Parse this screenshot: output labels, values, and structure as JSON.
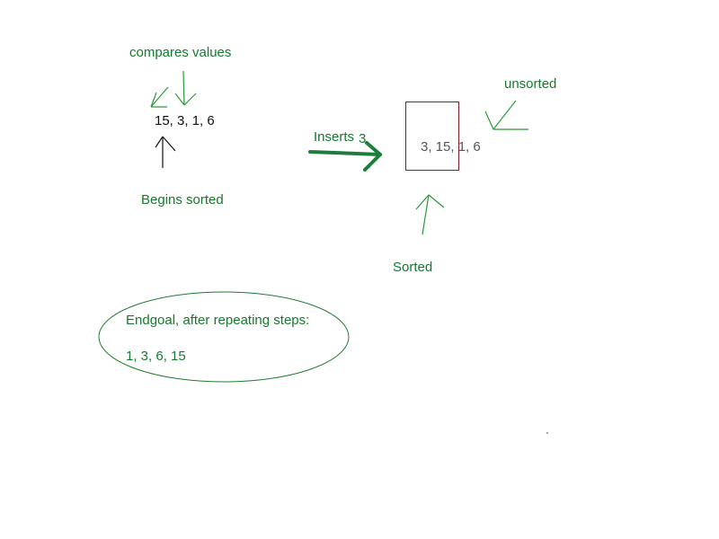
{
  "left_panel": {
    "compares_label": "compares values",
    "array": "15, 3, 1, 6",
    "begins_label": "Begins sorted"
  },
  "middle": {
    "inserts_label": "Inserts",
    "inserted_value": "3"
  },
  "right_panel": {
    "array": "3, 15, 1, 6",
    "unsorted_label": "unsorted",
    "sorted_label": "Sorted"
  },
  "endgoal": {
    "title": "Endgoal, after repeating steps:",
    "result": "1, 3, 6, 15"
  },
  "colors": {
    "label_green": "#157a2c",
    "arrow_green": "#1e7d3a",
    "box_border": "#8b1a2b",
    "line_green": "#2a9a3a"
  }
}
